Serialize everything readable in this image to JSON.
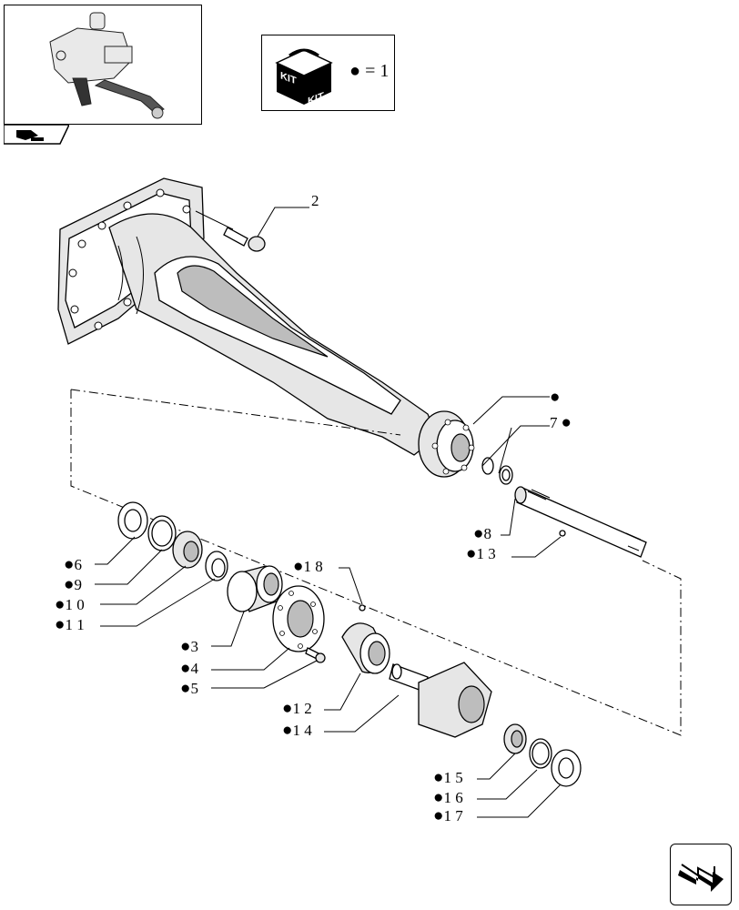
{
  "kit_legend": {
    "text": "= 1",
    "kit_text": "KIT"
  },
  "callouts": [
    {
      "id": "c2",
      "mark": "",
      "text": "2"
    },
    {
      "id": "c1",
      "mark": "●",
      "text": ""
    },
    {
      "id": "c7",
      "mark": "●",
      "text": "7"
    },
    {
      "id": "c8",
      "mark": "●",
      "text": "8"
    },
    {
      "id": "c13",
      "mark": "●",
      "text": "1 3"
    },
    {
      "id": "c6",
      "mark": "●",
      "text": "6"
    },
    {
      "id": "c9",
      "mark": "●",
      "text": "9"
    },
    {
      "id": "c10",
      "mark": "●",
      "text": "1 0"
    },
    {
      "id": "c11",
      "mark": "●",
      "text": "1 1"
    },
    {
      "id": "c18",
      "mark": "●",
      "text": "1 8"
    },
    {
      "id": "c3",
      "mark": "●",
      "text": "3"
    },
    {
      "id": "c4",
      "mark": "●",
      "text": "4"
    },
    {
      "id": "c5",
      "mark": "●",
      "text": "5"
    },
    {
      "id": "c12",
      "mark": "●",
      "text": "1 2"
    },
    {
      "id": "c14",
      "mark": "●",
      "text": "1 4"
    },
    {
      "id": "c15",
      "mark": "●",
      "text": "1 5"
    },
    {
      "id": "c16",
      "mark": "●",
      "text": "1 6"
    },
    {
      "id": "c17",
      "mark": "●",
      "text": "1 7"
    }
  ],
  "icons": {
    "thumbnail": "tractor-assembly-thumbnail-icon",
    "tab": "book-tab-icon",
    "kit": "kit-box-icon",
    "nav": "next-page-arrow-icon"
  }
}
